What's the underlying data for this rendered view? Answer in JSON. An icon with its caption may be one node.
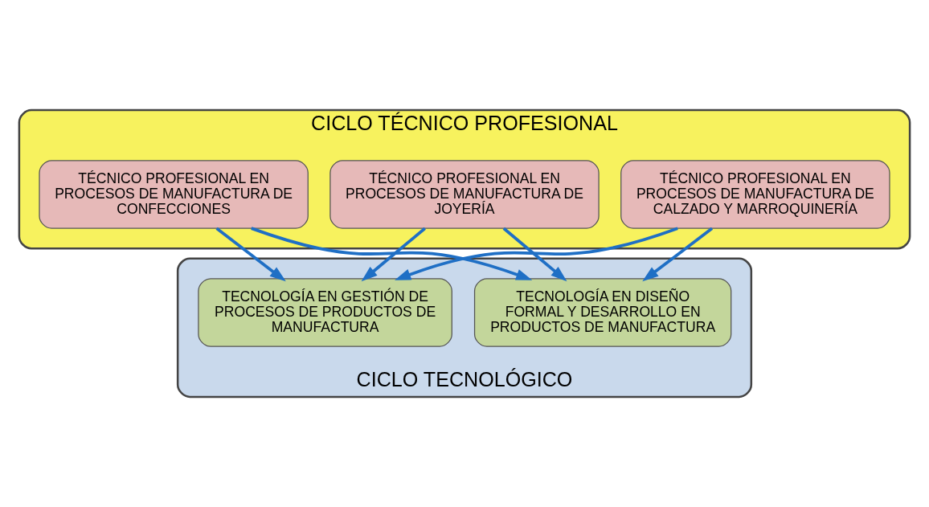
{
  "diagram": {
    "nodes": [
      {
        "text": [
          "CICLO TÉCNICO PROFESIONAL"
        ]
      },
      {
        "text": [
          "TÉCNICO PROFESIONAL EN PROCESOS DE MANUFACTURA DE JOYERÍA"
        ],
        "in": 0
      },
      {
        "text": [
          "TÉCNICO PROFESIONAL EN PROCESOS DE MANUFACTURA DE CONFECCIONES"
        ],
        "in": 0
      },
      {
        "text": [
          "TÉCNICO PROFESIONAL EN PROCESOS DE MANUFACTURA DE CALZADO Y MARROQUINERÍA"
        ],
        "in": 0
      },
      {
        "text": [
          "CICLO TECNOLÓGICO"
        ]
      },
      {
        "text": [
          "TECNOLOGÍA EN DISEÑO FORMAL Y DESARROLLO EN PRODUCTOS DE MANUFACTURA"
        ],
        "in": 4
      },
      {
        "text": [
          "TECNOLOGÍA EN GESTIÓN DE PROCESOS DE PRODUCTOS DE MANUFACTURA"
        ],
        "in": 4
      }
    ],
    "edges": [
      {
        "from": 1,
        "to": 5,
        "arrow": "to"
      },
      {
        "from": 1,
        "to": 6,
        "arrow": "to"
      },
      {
        "from": 2,
        "to": 5,
        "arrow": "to"
      },
      {
        "from": 2,
        "to": 6,
        "arrow": "to"
      },
      {
        "from": 3,
        "to": 5,
        "arrow": "to"
      },
      {
        "from": 3,
        "to": 6,
        "arrow": "to"
      }
    ]
  }
}
